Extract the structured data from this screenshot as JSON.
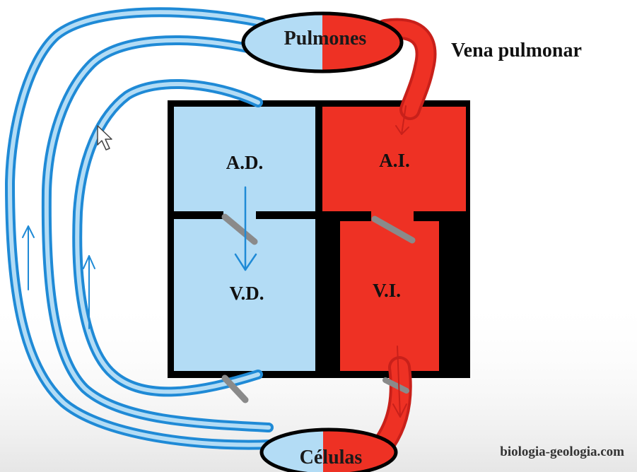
{
  "labels": {
    "lungs": "Pulmones",
    "pulmonary_vein": "Vena pulmonar",
    "right_atrium": "A.D.",
    "left_atrium": "A.I.",
    "right_ventricle": "V.D.",
    "left_ventricle": "V.I.",
    "cells": "Células",
    "credit": "biologia-geologia.com"
  },
  "colors": {
    "deoxygenated": "#b3dcf5",
    "deoxygenated_vessel": "#1f8ad6",
    "oxygenated": "#ee3124",
    "oxygenated_dark": "#c8201a",
    "outline": "#000000",
    "valve": "#8a8a8a"
  }
}
